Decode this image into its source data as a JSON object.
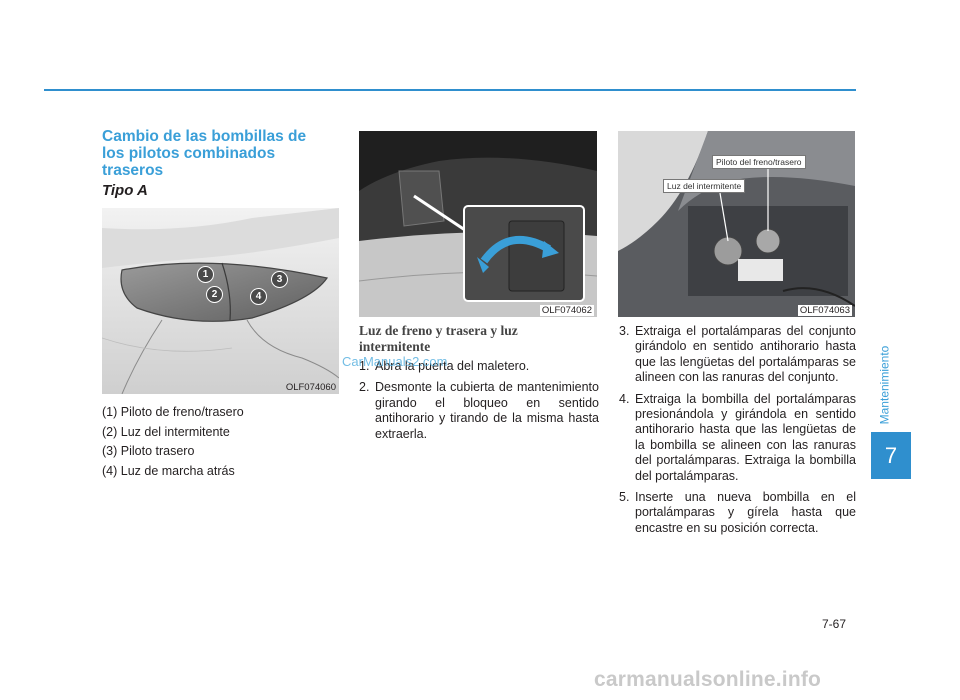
{
  "section": {
    "heading": "Cambio de las bombillas de los pilotos combinados traseros",
    "subheading": "Tipo A"
  },
  "figures": {
    "fig1_code": "OLF074060",
    "fig1_callouts": [
      "1",
      "2",
      "3",
      "4"
    ],
    "fig2_code": "OLF074062",
    "fig3_code": "OLF074063",
    "fig3_labels": {
      "brake": "Piloto del freno/trasero",
      "turn": "Luz del intermitente"
    }
  },
  "legend": [
    "(1) Piloto de freno/trasero",
    "(2) Luz del intermitente",
    "(3) Piloto trasero",
    "(4) Luz de marcha atrás"
  ],
  "column2": {
    "heading": "Luz de freno y trasera y luz intermitente",
    "steps": [
      {
        "num": "1.",
        "text": "Abra la puerta del maletero."
      },
      {
        "num": "2.",
        "text": "Desmonte la cubierta de mantenimiento girando el bloqueo en sentido antihorario y tirando de la misma hasta extraerla."
      }
    ]
  },
  "column3": {
    "steps": [
      {
        "num": "3.",
        "text": "Extraiga el portalámparas del conjunto girándolo en sentido antihorario hasta que las lengüetas del portalámparas se alineen con las ranuras del conjunto."
      },
      {
        "num": "4.",
        "text": "Extraiga la bombilla del portalámparas presionándola y girándola en sentido antihorario hasta que las lengüetas de la bombilla se alineen con las ranuras del portalámparas. Extraiga la bombilla del portalámparas."
      },
      {
        "num": "5.",
        "text": "Inserte una nueva bombilla en el portalámparas y gírela hasta que encastre en su posición correcta."
      }
    ]
  },
  "watermark": "CarManuals2.com",
  "sidebar": {
    "label": "Mantenimiento",
    "chapter": "7"
  },
  "page_number": "7-67",
  "footer": "carmanualsonline.info",
  "colors": {
    "accent": "#2f8fce",
    "heading": "#3a9fd8"
  }
}
